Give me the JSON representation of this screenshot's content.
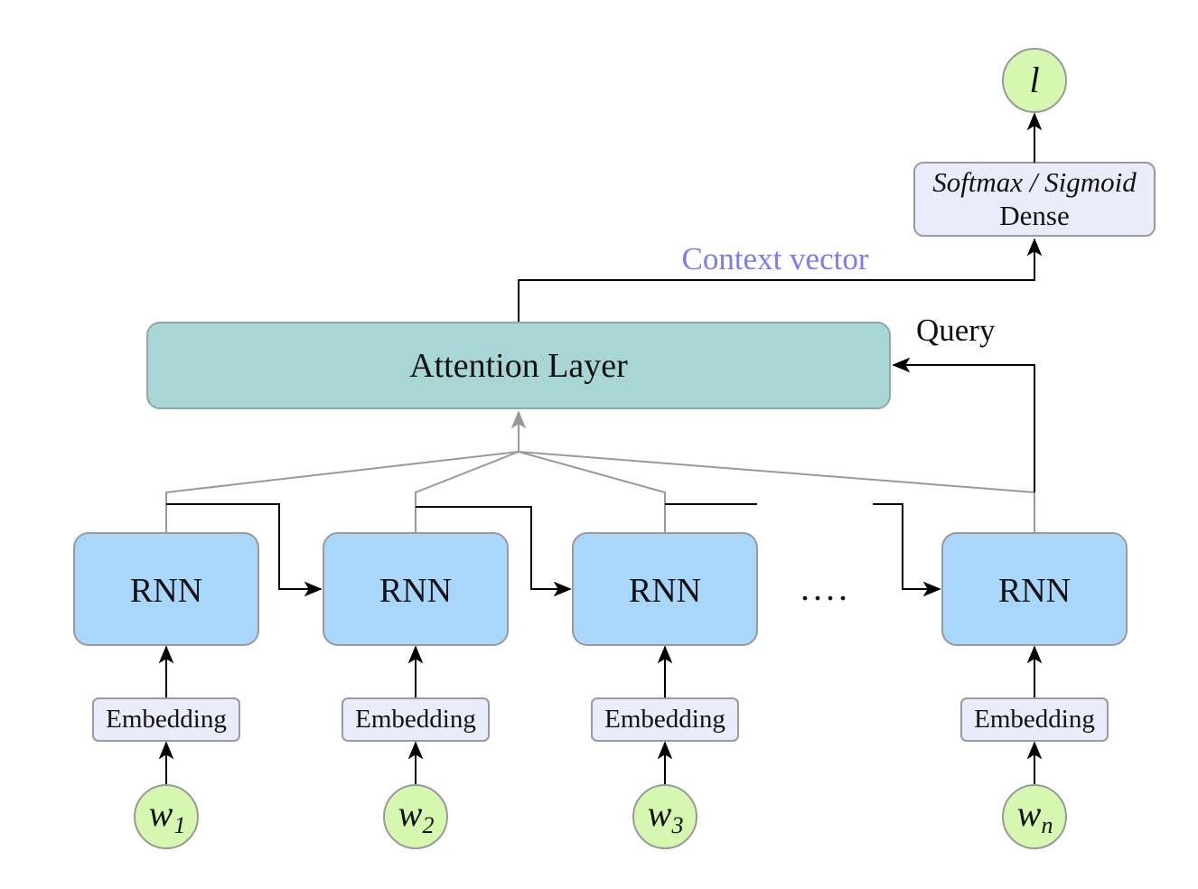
{
  "rnn_blocks": [
    {
      "label": "RNN"
    },
    {
      "label": "RNN"
    },
    {
      "label": "RNN"
    },
    {
      "label": "RNN"
    }
  ],
  "embeddings": [
    {
      "label": "Embedding"
    },
    {
      "label": "Embedding"
    },
    {
      "label": "Embedding"
    },
    {
      "label": "Embedding"
    }
  ],
  "inputs": [
    {
      "symbol": "w",
      "subscript": "1"
    },
    {
      "symbol": "w",
      "subscript": "2"
    },
    {
      "symbol": "w",
      "subscript": "3"
    },
    {
      "symbol": "w",
      "subscript": "n"
    }
  ],
  "ellipsis": "....",
  "attention": {
    "label": "Attention Layer"
  },
  "query_label": "Query",
  "context_label": "Context vector",
  "dense": {
    "line1": "Softmax / Sigmoid",
    "line2": "Dense"
  },
  "output": {
    "symbol": "l"
  },
  "colors": {
    "rnn_fill": "#a9d6fb",
    "embedding_fill": "#e9ecfb",
    "attention_fill": "#a8d6d4",
    "node_fill": "#d6f7b0",
    "context_text": "#7b7bf2",
    "gray_line": "#999999"
  }
}
